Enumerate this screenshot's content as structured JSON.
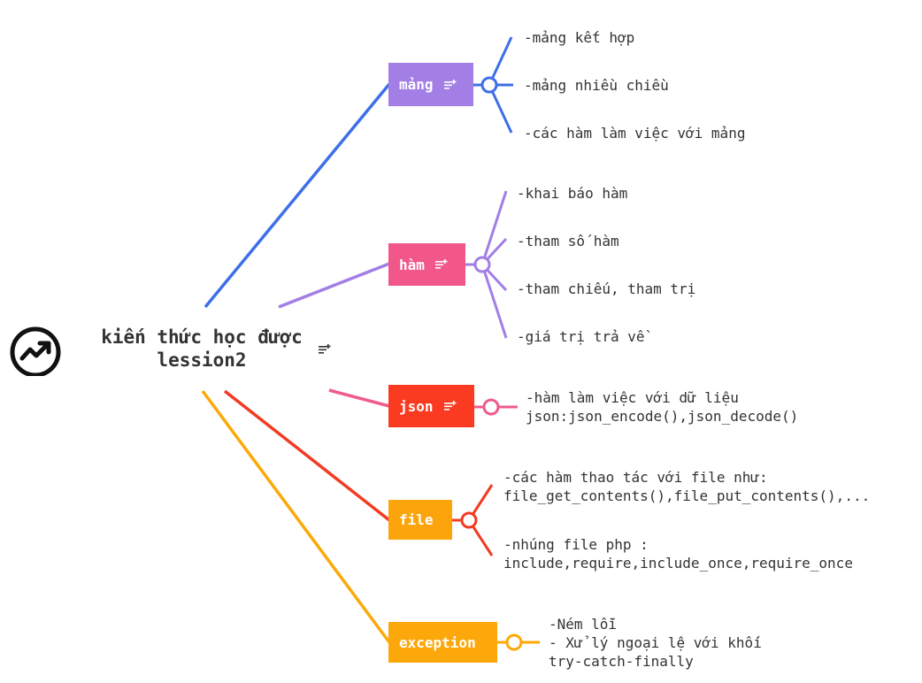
{
  "central": {
    "title_line1": "kiến thức học được",
    "title_line2": "lession2",
    "icon": "trending-up-icon"
  },
  "colors": {
    "blue": "#3d6fe8",
    "purple": "#a27ee5",
    "pink": "#ef5b8a",
    "red": "#f23b23",
    "orange": "#fca908",
    "node_mang": "#a27ee5",
    "node_ham": "#f2578a",
    "node_json": "#fa3b21",
    "node_file": "#fca40c",
    "node_exception": "#fca80b"
  },
  "branches": [
    {
      "id": "mang",
      "label": "mảng",
      "has_note": true,
      "leaves": [
        "-mảng kết hợp",
        "-mảng nhiều chiều",
        "-các hàm làm việc với mảng"
      ]
    },
    {
      "id": "ham",
      "label": "hàm",
      "has_note": true,
      "leaves": [
        "-khai báo hàm",
        "-tham số hàm",
        "-tham chiếu, tham trị",
        "-giá trị trả về"
      ]
    },
    {
      "id": "json",
      "label": "json",
      "has_note": true,
      "leaves": [
        "-hàm làm việc với dữ liệu\njson:json_encode(),json_decode()"
      ]
    },
    {
      "id": "file",
      "label": "file",
      "has_note": false,
      "leaves": [
        "-các hàm thao tác với file như:\nfile_get_contents(),file_put_contents(),...",
        "-nhúng file php :\ninclude,require,include_once,require_once"
      ]
    },
    {
      "id": "exception",
      "label": "exception",
      "has_note": false,
      "leaves": [
        "-Ném lỗi\n- Xử lý ngoại lệ với khối\ntry-catch-finally"
      ]
    }
  ]
}
